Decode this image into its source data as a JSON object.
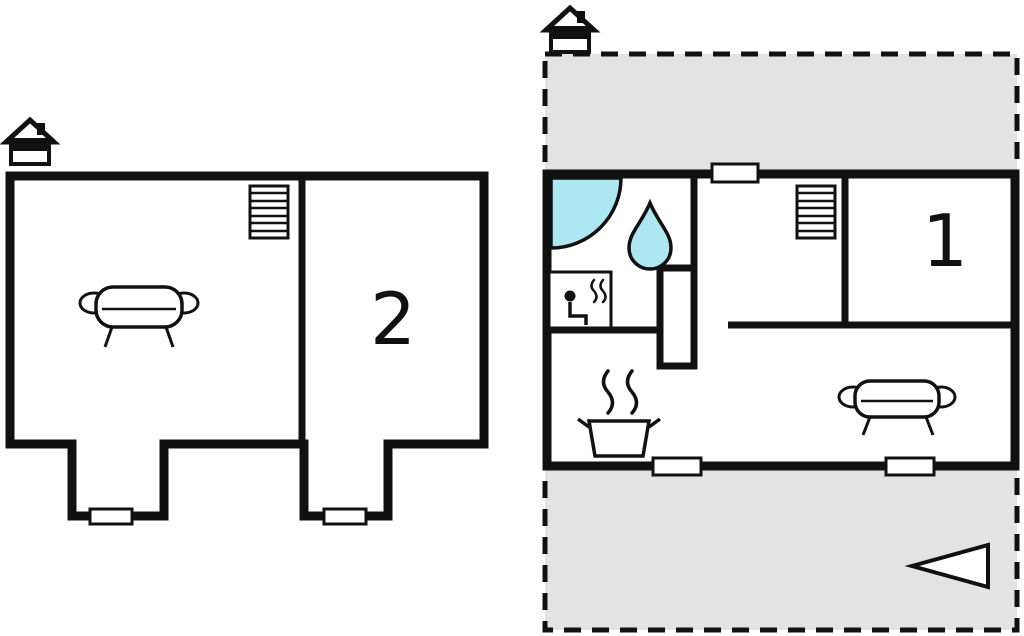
{
  "plan": {
    "kind": "holiday-home-floor-plan",
    "background": "#ffffff"
  },
  "colors": {
    "wall": "#111111",
    "water": "#ade7f2",
    "terrace_fill": "#e3e3e3",
    "paper": "#ffffff"
  },
  "left_building": {
    "room_label": "2",
    "icons": [
      "chimney-icon",
      "stairs-icon",
      "sofa-icon",
      "entrance-door",
      "entrance-door"
    ]
  },
  "right_building": {
    "room_label": "1",
    "icons": [
      "chimney-icon",
      "shower-icon",
      "water-drop-icon",
      "sauna-icon",
      "stairs-icon",
      "stove-pot-icon",
      "sofa-icon",
      "window",
      "window",
      "window",
      "entrance-arrow-icon",
      "terrace",
      "terrace"
    ]
  }
}
